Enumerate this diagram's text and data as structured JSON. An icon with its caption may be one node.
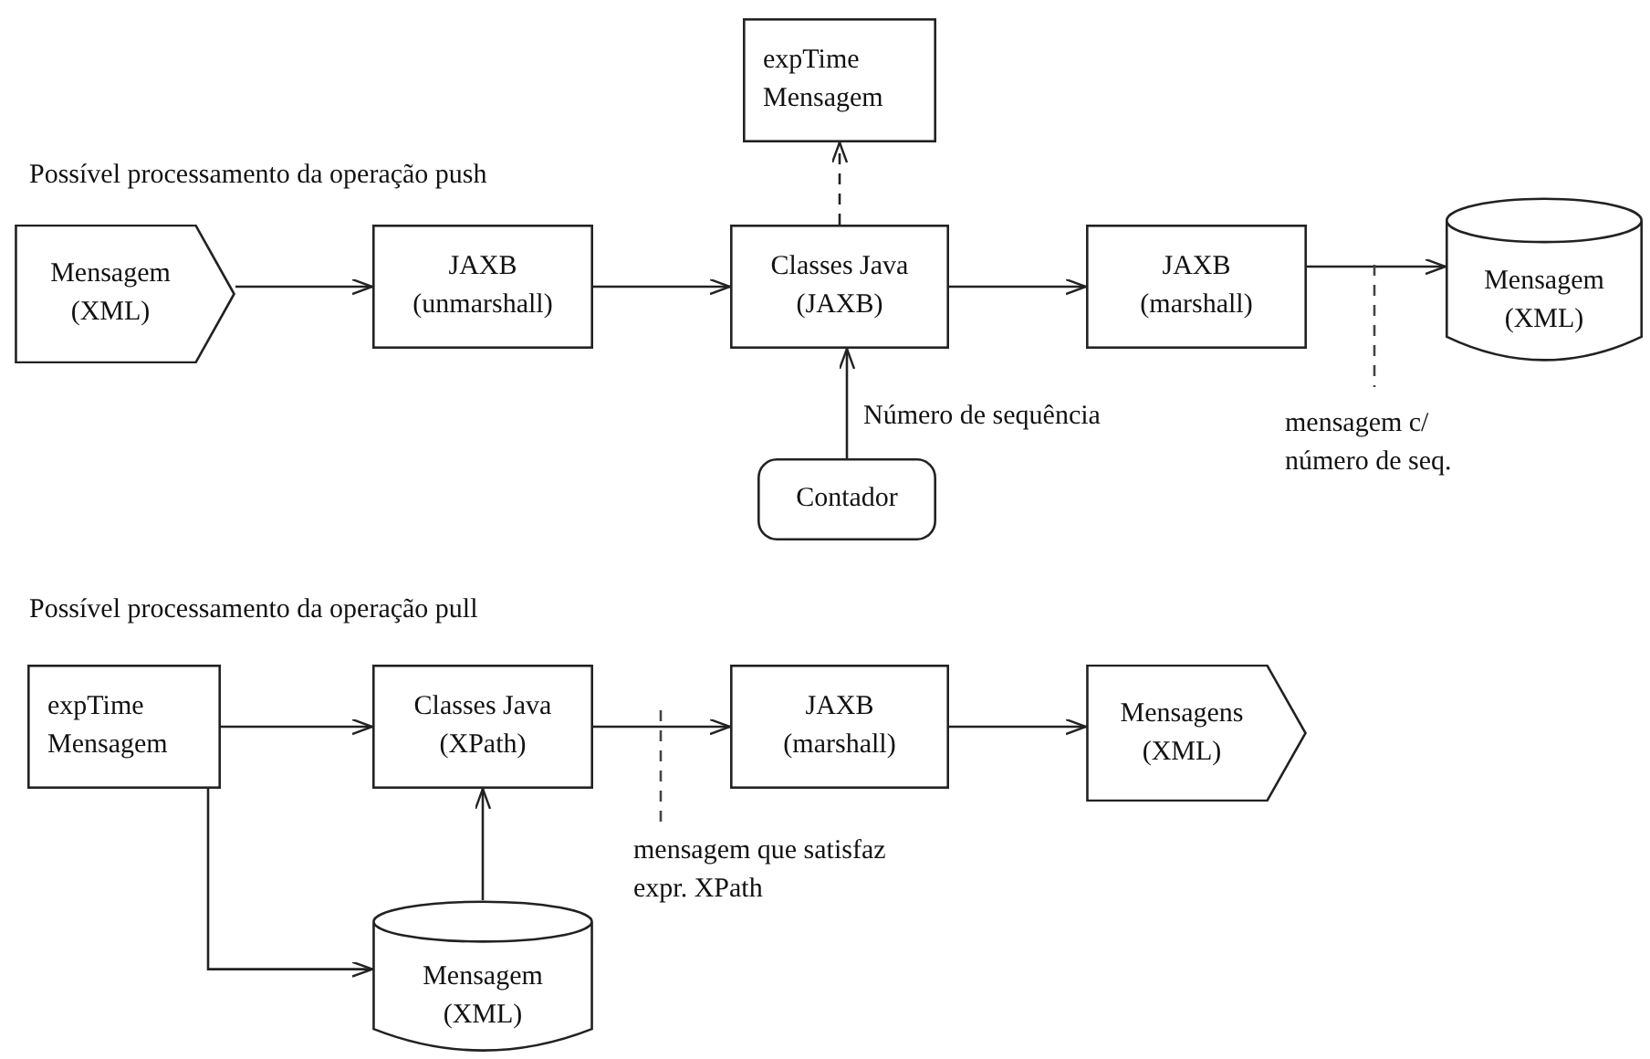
{
  "diagram": {
    "nodes": [
      {
        "text": [
          "Mensagem (XML)"
        ]
      },
      {
        "text": [
          "JAXB (unmarshall)"
        ]
      },
      {
        "text": [
          "Classes Java (JAXB)"
        ]
      },
      {
        "text": [
          "expTime Mensagem"
        ]
      },
      {
        "text": [
          "Contador"
        ]
      },
      {
        "text": [
          "JAXB (marshall)"
        ]
      },
      {
        "text": [
          "Mensagem (XML)"
        ]
      },
      {
        "text": [
          "expTime Mensagem"
        ]
      },
      {
        "text": [
          "Classes Java (XPath)"
        ]
      },
      {
        "text": [
          "JAXB (marshall)"
        ]
      },
      {
        "text": [
          "Mensagens (XML)"
        ]
      },
      {
        "text": [
          "Mensagem (XML)"
        ]
      }
    ],
    "edges": [
      {
        "from": 0,
        "to": 1,
        "arrow": "to"
      },
      {
        "from": 1,
        "to": 2,
        "arrow": "to"
      },
      {
        "from": 2,
        "to": 3,
        "arrow": "to",
        "style": "dashed"
      },
      {
        "from": 4,
        "to": 2,
        "arrow": "to",
        "label": "Número de sequência"
      },
      {
        "from": 2,
        "to": 5,
        "arrow": "to"
      },
      {
        "from": 5,
        "to": 6,
        "arrow": "to"
      },
      {
        "from": 7,
        "to": 8,
        "arrow": "to"
      },
      {
        "from": 8,
        "to": 9,
        "arrow": "to"
      },
      {
        "from": 9,
        "to": 10,
        "arrow": "to"
      },
      {
        "from": 11,
        "to": 8,
        "arrow": "to"
      },
      {
        "from": 7,
        "to": 11,
        "arrow": "to"
      }
    ],
    "labels": [
      "Possível processamento da operação push",
      "mensagem c/ número de seq.",
      "Possível processamento da operação pull",
      "mensagem que satisfaz expr. XPath"
    ]
  }
}
